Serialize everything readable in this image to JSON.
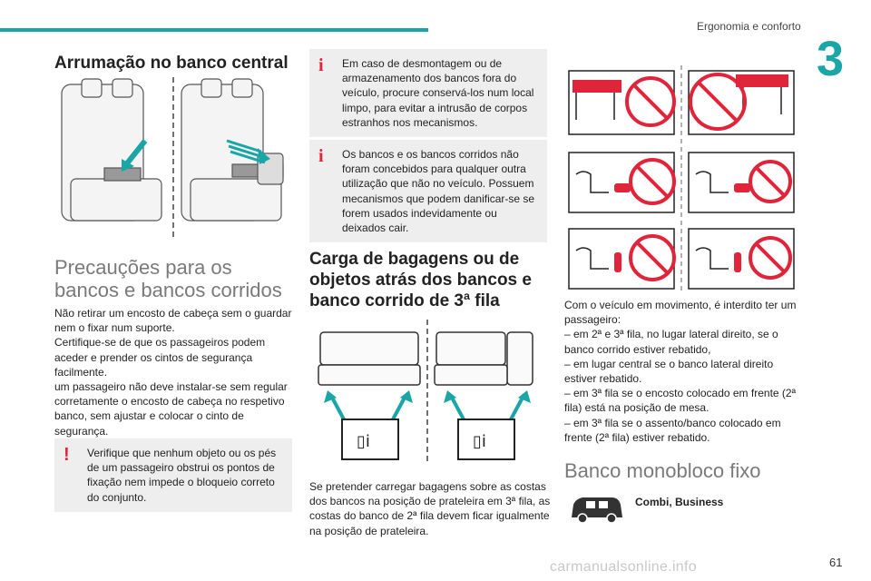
{
  "header": {
    "section": "Ergonomia e conforto",
    "chapter": "3"
  },
  "col1": {
    "title1": "Arrumação no banco central",
    "title2": "Precauções para os bancos e bancos corridos",
    "body": "Não retirar um encosto de cabeça sem o guardar nem o fixar num suporte.\nCertifique-se de que os passageiros podem aceder e prender os cintos de segurança facilmente.\num passageiro não deve instalar-se sem regular corretamente o encosto de cabeça no respetivo banco, sem ajustar e colocar o cinto de segurança.",
    "warning": "Verifique que nenhum objeto ou os pés de um passageiro obstrui os pontos de fixação nem impede o bloqueio correto do conjunto."
  },
  "col2": {
    "info1": "Em caso de desmontagem ou de armazenamento dos bancos fora do veículo, procure conservá-los num local limpo, para evitar a intrusão de corpos estranhos nos mecanismos.",
    "info2": "Os bancos e os bancos corridos não foram concebidos para qualquer outra utilização que não no veículo. Possuem mecanismos que podem danificar-se se forem usados indevidamente ou deixados cair.",
    "title": "Carga de bagagens ou de objetos atrás dos bancos e banco corrido de 3ª fila",
    "body": "Se pretender carregar bagagens sobre as costas dos bancos na posição de prateleira em 3ª fila, as costas do banco de 2ª fila devem ficar igualmente na posição de prateleira."
  },
  "col3": {
    "body": "Com o veículo em movimento, é interdito ter um passageiro:\n–  em 2ª e 3ª fila, no lugar lateral direito, se o banco corrido estiver rebatido,\n–  em lugar central se o banco lateral direito estiver rebatido.\n–  em 3ª fila se o encosto colocado em frente (2ª fila) está na posição de mesa.\n–  em 3ª fila se o assento/banco colocado em frente (2ª fila) estiver rebatido.",
    "title": "Banco monobloco fixo",
    "vehicle_label": "Combi, Business"
  },
  "footer": {
    "page": "61",
    "watermark": "carmanualsonline.info"
  },
  "colors": {
    "accent": "#1aa6a6",
    "prohibit": "#e0243a",
    "box_bg": "#eeeeee"
  }
}
